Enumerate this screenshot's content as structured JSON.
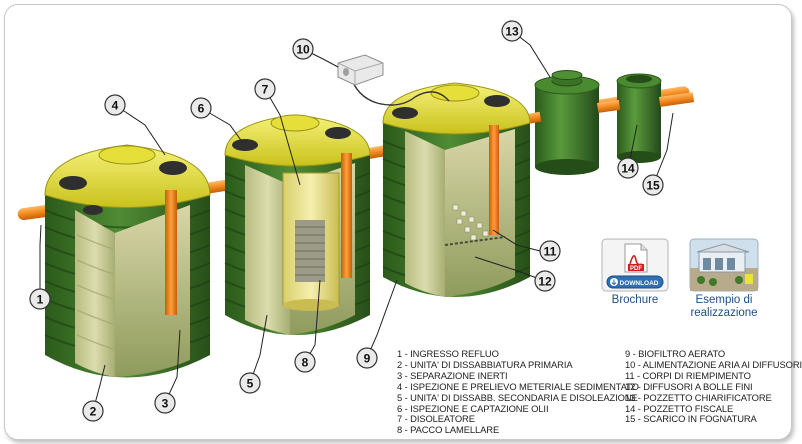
{
  "diagram": {
    "callouts": [
      "1",
      "2",
      "3",
      "4",
      "5",
      "6",
      "7",
      "8",
      "9",
      "10",
      "11",
      "12",
      "13",
      "14",
      "15"
    ],
    "colors": {
      "tank_green": "#3f7a2a",
      "tank_green_dark": "#244d17",
      "lid_yellow": "#e9e33a",
      "pipe_orange": "#f28a1e",
      "water": "#c9cf98"
    }
  },
  "legend": {
    "left": [
      "1 - Ingresso Refluo",
      "2 - Unita' di Dissabbiatura Primaria",
      "3 - Separazione Inerti",
      "4 - Ispezione e Prelievo Meteriale Sedimentato",
      "5 - Unita' di Dissabb. Secondaria e Disoleazione",
      "6 - Ispezione e Captazione Olii",
      "7 - Disoleatore",
      "8 - Pacco Lamellare"
    ],
    "right": [
      "9 - Biofiltro Aerato",
      "10 - Alimentazione Aria ai Diffusori",
      "11 - Corpi di Riempimento",
      "12 - Diffusori a Bolle Fini",
      "13 - Pozzetto Chiarificatore",
      "14 - Pozzetto Fiscale",
      "15 - Scarico in Fognatura"
    ]
  },
  "links": {
    "brochure": {
      "label": "Brochure",
      "badge_pdf": "PDF",
      "badge_download": "DOWNLOAD",
      "icon": "pdf-download-icon"
    },
    "example": {
      "label_line1": "Esempio di",
      "label_line2": "realizzazione",
      "icon": "photo-thumbnail"
    }
  }
}
